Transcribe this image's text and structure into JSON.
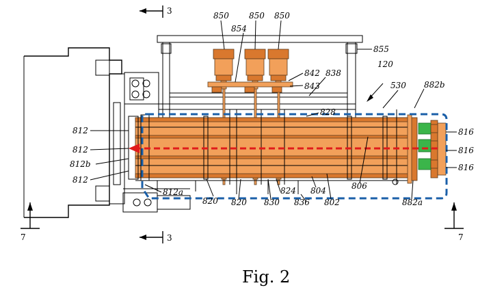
{
  "figure": {
    "caption": "Fig. 2",
    "section_labels": {
      "top": "3",
      "bottom": "3",
      "left": "7",
      "right": "7"
    },
    "reference_numerals": {
      "r850a": "850",
      "r850b": "850",
      "r850c": "850",
      "r854": "854",
      "r855": "855",
      "r842": "842",
      "r843": "843",
      "r838": "838",
      "r120": "120",
      "r530": "530",
      "r882b": "882b",
      "r828": "828",
      "r812_1": "812",
      "r812_2": "812",
      "r812b": "812b",
      "r812_3": "812",
      "r816_1": "816",
      "r816_2": "816",
      "r816_3": "816",
      "r812a": "812a",
      "r820_1": "820",
      "r820_2": "820",
      "r830": "830",
      "r824": "824",
      "r836": "836",
      "r804": "804",
      "r802": "802",
      "r806": "806",
      "r882a": "882a"
    },
    "colors": {
      "cylinder": "#f2a05a",
      "cylinder_dark": "#d9782e",
      "gripper": "#3bb54a",
      "boundary": "#1a5fa8",
      "flow_arrow": "#e01b1b",
      "line_art": "#000000"
    }
  }
}
